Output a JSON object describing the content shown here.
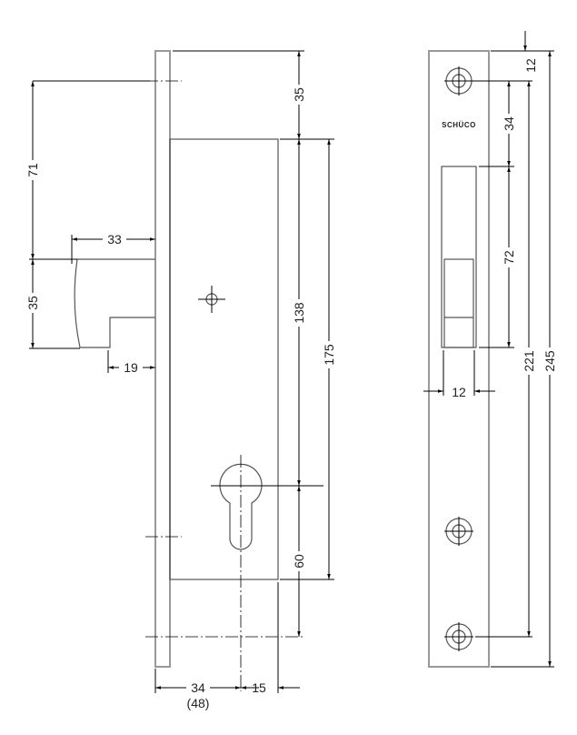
{
  "side_view": {
    "dims": {
      "backset_top": "71",
      "latch_height": "35",
      "latch_projection": "33",
      "latch_step": "19",
      "top_to_case": "35",
      "case_to_cylinder": "138",
      "case_height": "175",
      "cylinder_to_lower": "60",
      "backset": "34",
      "backset_alt": "(48)",
      "cylinder_to_back": "15"
    }
  },
  "front_view": {
    "logo": "SCHÜCO",
    "dims": {
      "top_to_hole": "12",
      "hole_to_latch": "34",
      "latch_opening": "72",
      "hole_spacing": "221",
      "plate_length": "245",
      "latch_width": "12"
    }
  }
}
